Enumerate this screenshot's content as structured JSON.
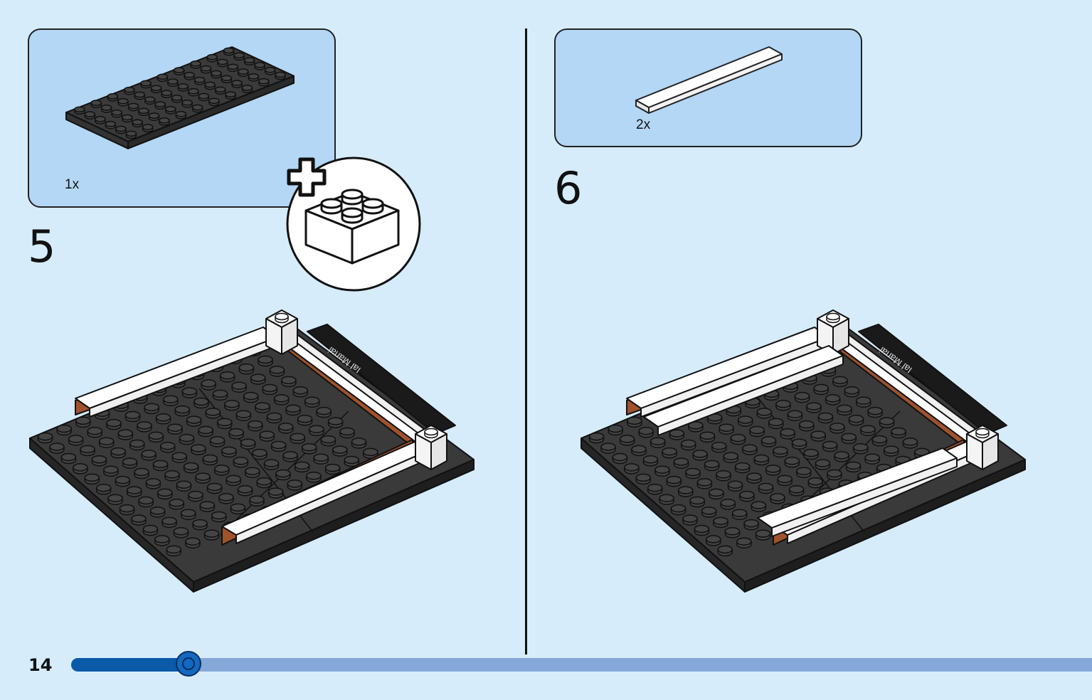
{
  "steps": [
    {
      "number": "5",
      "parts": [
        {
          "quantity": "1x",
          "part": "dark-grey-plate-6x10-icon"
        }
      ],
      "callout": "add-brick-icon"
    },
    {
      "number": "6",
      "parts": [
        {
          "quantity": "2x",
          "part": "white-tile-1x8-icon"
        }
      ]
    }
  ],
  "plaque_text": "Ial Manai",
  "footer": {
    "page_number": "14",
    "progress_fraction": 0.115
  },
  "colors": {
    "background": "#d6ecfb",
    "parts_box": "#b3d7f4",
    "plate_dark": "#3a3a3a",
    "brick_brown": "#a0522d",
    "tile_white": "#ffffff",
    "progress_fill": "#0a5aa8",
    "progress_track": "#85a8d8"
  }
}
